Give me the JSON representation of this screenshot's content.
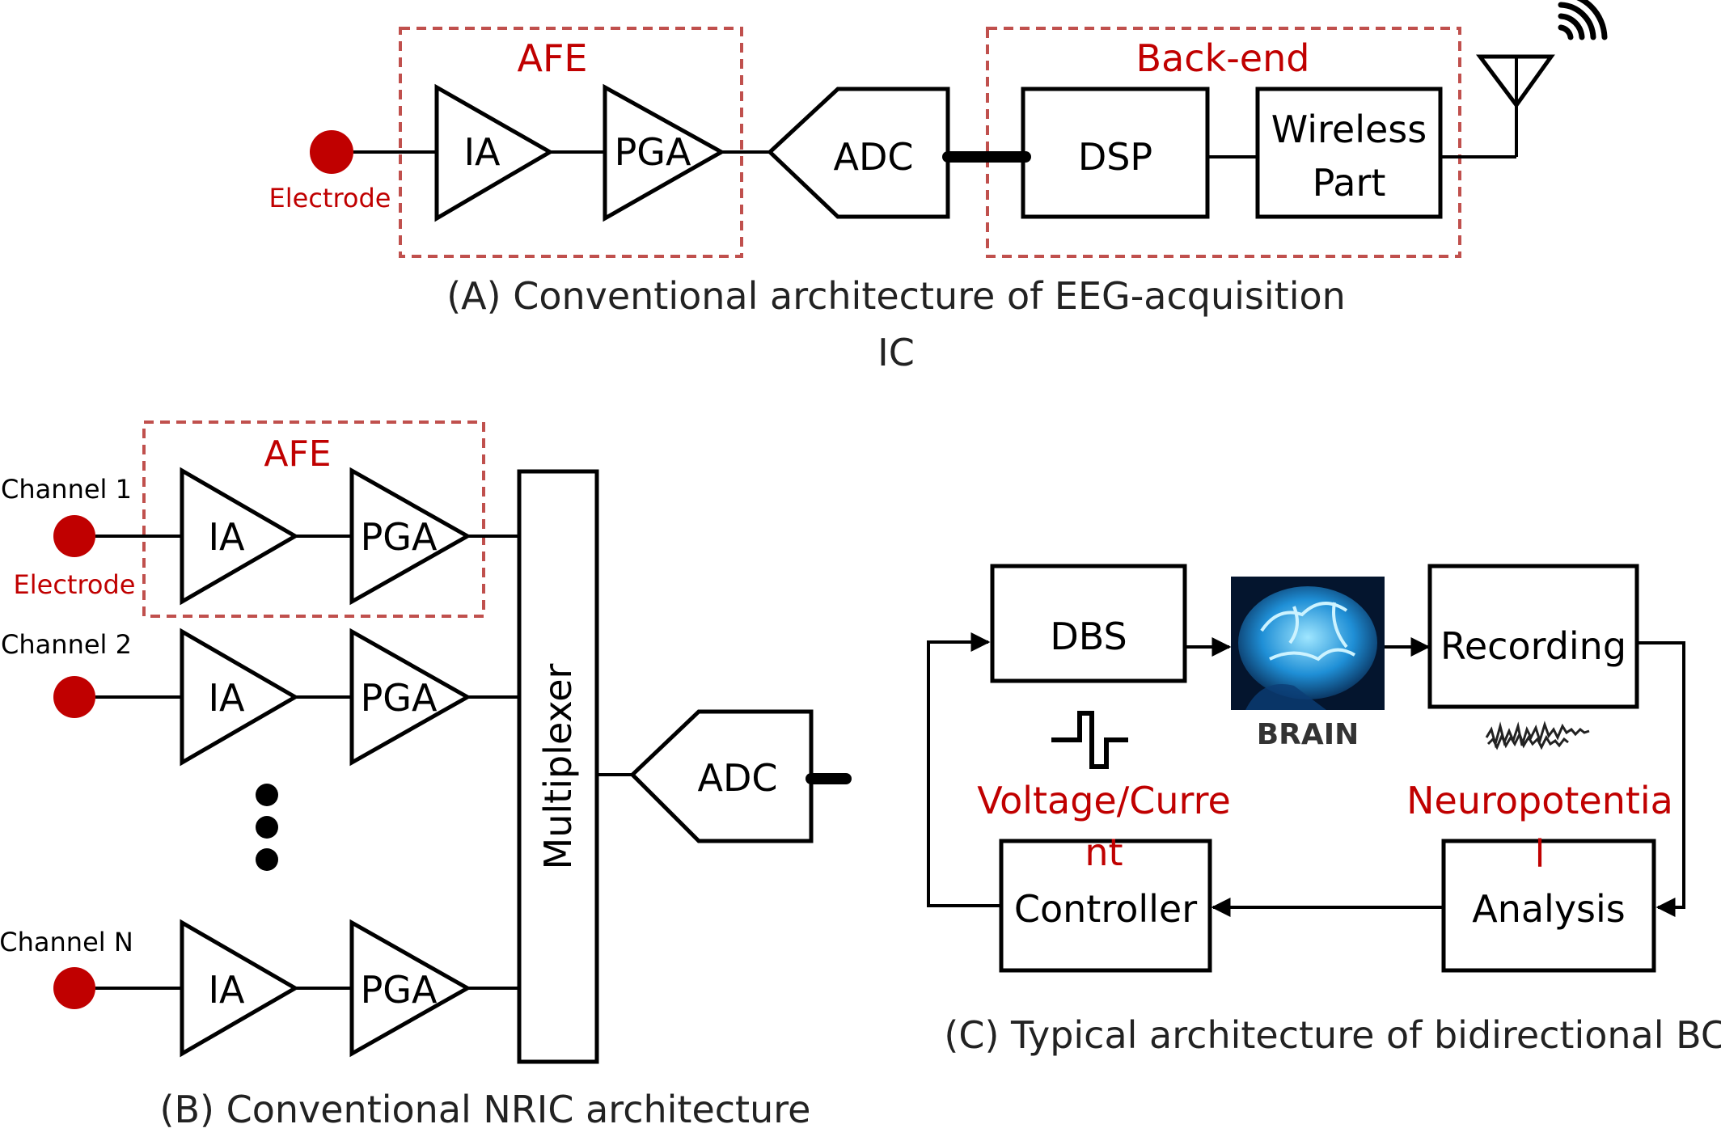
{
  "colors": {
    "accent_red": "#c00000",
    "electrode": "#c00000",
    "dashed_box": "#c0504d",
    "stroke": "#000000"
  },
  "panel_a": {
    "afe_label": "AFE",
    "backend_label": "Back-end",
    "electrode_label": "Electrode",
    "ia": "IA",
    "pga": "PGA",
    "adc": "ADC",
    "dsp": "DSP",
    "wireless_line1": "Wireless",
    "wireless_line2": "Part",
    "caption_line1": "(A) Conventional architecture of EEG-acquisition",
    "caption_line2": "IC",
    "icons": [
      "antenna-icon",
      "wifi-signal-icon"
    ]
  },
  "panel_b": {
    "afe_label": "AFE",
    "electrode_label": "Electrode",
    "channels": [
      {
        "name": "Channel 1",
        "ia": "IA",
        "pga": "PGA"
      },
      {
        "name": "Channel 2",
        "ia": "IA",
        "pga": "PGA"
      },
      {
        "name": "Channel N",
        "ia": "IA",
        "pga": "PGA"
      }
    ],
    "multiplexer": "Multiplexer",
    "adc": "ADC",
    "caption": "(B) Conventional NRIC architecture"
  },
  "panel_c": {
    "dbs": "DBS",
    "brain_label": "BRAIN",
    "recording": "Recording",
    "voltage_line1": "Voltage/Curre",
    "voltage_line2": "nt",
    "neuro_line1": "Neuropotentia",
    "neuro_line2": "l",
    "controller": "Controller",
    "analysis": "Analysis",
    "caption": "(C) Typical architecture of bidirectional BCI",
    "icons": [
      "brain-icon",
      "pulse-waveform-icon",
      "neural-signal-icon"
    ]
  }
}
